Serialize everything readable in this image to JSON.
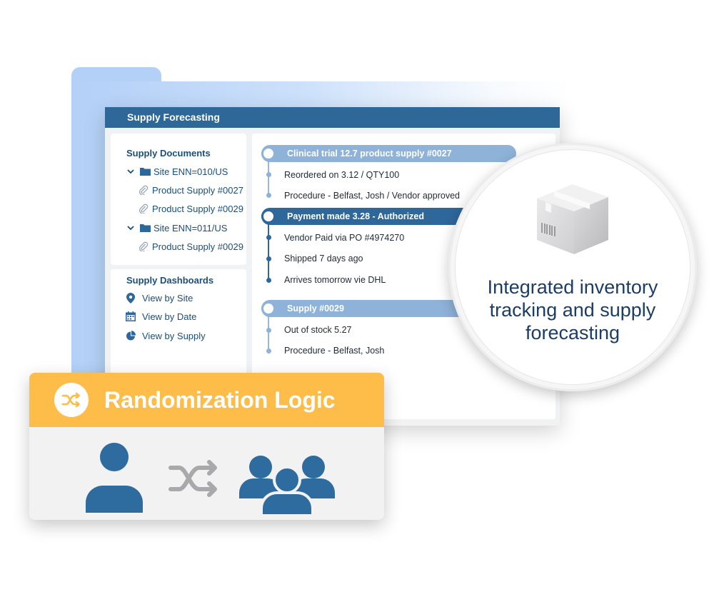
{
  "window": {
    "title": "Supply Forecasting"
  },
  "documents": {
    "title": "Supply Documents",
    "items": [
      {
        "label": "Site ENN=010/US",
        "icon": "folder-icon"
      },
      {
        "label": "Product Supply #0027",
        "icon": "paperclip-icon"
      },
      {
        "label": "Product Supply #0029",
        "icon": "paperclip-icon"
      },
      {
        "label": "Site ENN=011/US",
        "icon": "folder-icon"
      },
      {
        "label": "Product Supply #0029",
        "icon": "paperclip-icon"
      }
    ]
  },
  "dashboards": {
    "title": "Supply Dashboards",
    "items": [
      {
        "label": "View by Site",
        "icon": "map-pin-icon"
      },
      {
        "label": "View by Date",
        "icon": "calendar-icon"
      },
      {
        "label": "View by Supply",
        "icon": "pie-chart-icon"
      }
    ]
  },
  "timeline": {
    "groups": [
      {
        "title": "Clinical trial 12.7 product supply #0027",
        "style": "light",
        "events": [
          "Reordered on 3.12 / QTY100",
          "Procedure - Belfast, Josh / Vendor approved"
        ]
      },
      {
        "title": "Payment made 3.28 - Authorized",
        "style": "dark",
        "events": [
          "Vendor Paid via PO #4974270",
          "Shipped 7 days ago",
          "Arrives tomorrow vie DHL"
        ]
      },
      {
        "title": "Supply #0029",
        "style": "light",
        "events": [
          "Out of stock 5.27",
          "Procedure - Belfast, Josh"
        ]
      }
    ]
  },
  "feature": {
    "line1": "Integrated inventory",
    "line2": "tracking and supply",
    "line3": "forecasting",
    "icon": "package-box-icon"
  },
  "randomization": {
    "title": "Randomization Logic",
    "icon": "shuffle-icon"
  },
  "colors": {
    "titlebar": "#2d6899",
    "navy_text": "#1b4f7a",
    "accent_orange": "#fdbd48",
    "people_blue": "#2e6b9e",
    "pill_light": "#8fb2d8",
    "pill_dark": "#2e679a"
  }
}
